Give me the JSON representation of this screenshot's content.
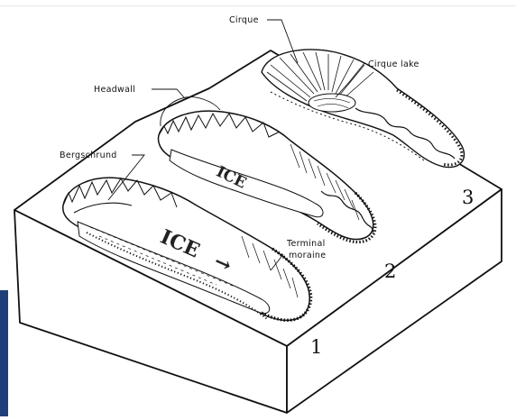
{
  "labels": {
    "cirque": "Cirque",
    "cirque_lake": "Cirque lake",
    "headwall": "Headwall",
    "bergschrund": "Bergschrund",
    "terminal": "Terminal",
    "moraine": "moraine"
  },
  "glaciers": [
    {
      "number": "1",
      "ice_text": "ICE",
      "arrow": "→"
    },
    {
      "number": "2",
      "ice_text": "ICE"
    },
    {
      "number": "3"
    }
  ],
  "colors": {
    "ink": "#111111",
    "sidebar_accent": "#1f3f78"
  }
}
